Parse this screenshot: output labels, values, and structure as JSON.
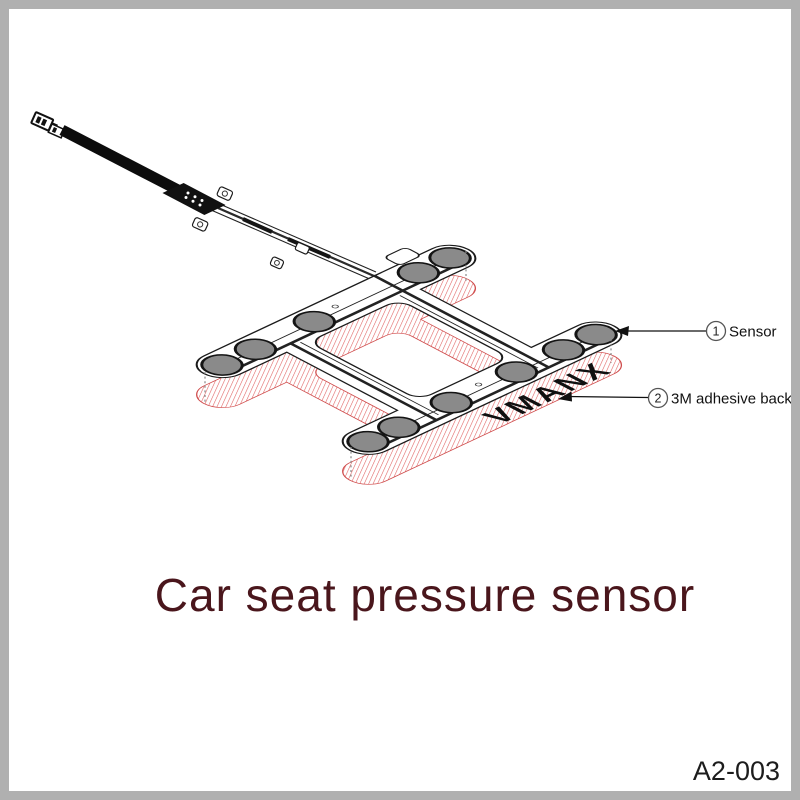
{
  "title": "Car seat pressure sensor",
  "part_number": "A2-003",
  "diagram": {
    "brand": "VMANX",
    "callouts": [
      {
        "number": "1",
        "label": "Sensor"
      },
      {
        "number": "2",
        "label": "3M adhesive back"
      }
    ]
  },
  "colors": {
    "title_maroon": "#4a161c",
    "adhesive_hatch_red": "#e06060",
    "adhesive_outline_red": "#cf4b4b",
    "sensor_pad_gray": "#8a8a8a",
    "outline_black": "#1b1b1b",
    "border_gray": "#b0b0b0"
  }
}
